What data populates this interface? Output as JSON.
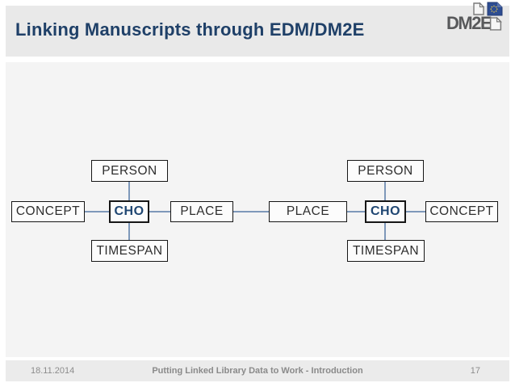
{
  "header": {
    "title": "Linking Manuscripts through EDM/DM2E",
    "logo_text": "DM2E"
  },
  "diagram": {
    "left_cluster": {
      "top": "PERSON",
      "left": "CONCEPT",
      "center": "CHO",
      "right": "PLACE",
      "bottom": "TIMESPAN"
    },
    "right_cluster": {
      "top": "PERSON",
      "left": "PLACE",
      "center": "CHO",
      "right": "CONCEPT",
      "bottom": "TIMESPAN"
    }
  },
  "footer": {
    "date": "18.11.2014",
    "title": "Putting Linked Library Data to Work - Introduction",
    "page_number": "17"
  },
  "colors": {
    "title_text": "#1f4068",
    "cho_text": "#1f4672",
    "connector_line": "#7e98ba",
    "header_band": "#e9e9e9",
    "main_band": "#f4f4f4",
    "footer_band": "#ebebeb",
    "logo_gray": "#58595b",
    "logo_blue": "#2d4d92",
    "logo_star_yellow": "#e8c64a"
  }
}
